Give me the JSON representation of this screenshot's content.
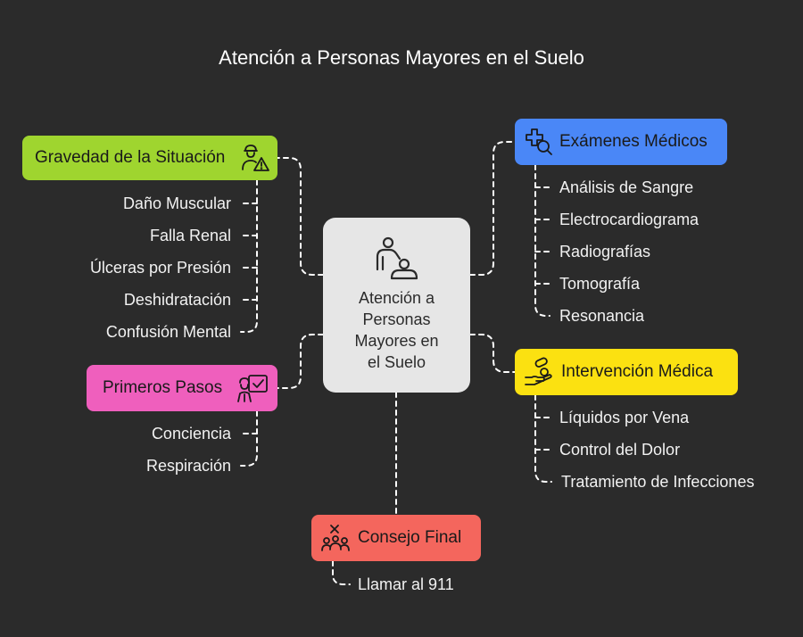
{
  "title": "Atención a Personas Mayores en el Suelo",
  "center": {
    "label_lines": [
      "Atención a",
      "Personas",
      "Mayores en",
      "el Suelo"
    ],
    "icon": "caregiver-icon"
  },
  "colors": {
    "background": "#2b2b2b",
    "center": "#e6e6e6",
    "gravedad": "#9fd52f",
    "examenes": "#4a87f7",
    "primeros": "#ef5fbd",
    "intervencion": "#fbe111",
    "consejo": "#f4665d",
    "connector": "#ffffff"
  },
  "branches": {
    "gravedad": {
      "label": "Gravedad de la Situación",
      "icon": "worker-warning-icon",
      "items": [
        "Daño Muscular",
        "Falla Renal",
        "Úlceras por Presión",
        "Deshidratación",
        "Confusión Mental"
      ]
    },
    "examenes": {
      "label": "Exámenes Médicos",
      "icon": "medical-search-icon",
      "items": [
        "Análisis de Sangre",
        "Electrocardiograma",
        "Radiografías",
        "Tomografía",
        "Resonancia"
      ]
    },
    "primeros": {
      "label": "Primeros Pasos",
      "icon": "checklist-person-icon",
      "items": [
        "Conciencia",
        "Respiración"
      ]
    },
    "intervencion": {
      "label": "Intervención Médica",
      "icon": "hand-pills-icon",
      "items": [
        "Líquidos por Vena",
        "Control del Dolor",
        "Tratamiento de Infecciones"
      ]
    },
    "consejo": {
      "label": "Consejo Final",
      "icon": "group-decision-icon",
      "items": [
        "Llamar al 911"
      ]
    }
  }
}
